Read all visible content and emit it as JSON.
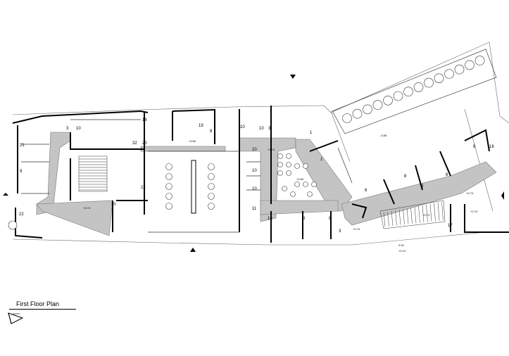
{
  "title": "First Floor Plan",
  "north_label": "NORTH",
  "rooms": [
    {
      "id": "r1",
      "label": "3"
    },
    {
      "id": "r2",
      "label": "10"
    },
    {
      "id": "r3",
      "label": "16"
    },
    {
      "id": "r4",
      "label": "19"
    },
    {
      "id": "r5",
      "label": "8"
    },
    {
      "id": "r6",
      "label": "10"
    },
    {
      "id": "r7",
      "label": "10"
    },
    {
      "id": "r8",
      "label": "3"
    },
    {
      "id": "r9",
      "label": "21"
    },
    {
      "id": "r10",
      "label": "32"
    },
    {
      "id": "r11",
      "label": "20"
    },
    {
      "id": "r12",
      "label": "9"
    },
    {
      "id": "r13",
      "label": "22"
    },
    {
      "id": "r14",
      "label": "22"
    },
    {
      "id": "r15",
      "label": "30"
    },
    {
      "id": "r16",
      "label": "10"
    },
    {
      "id": "r17",
      "label": "10"
    },
    {
      "id": "r18",
      "label": "10"
    },
    {
      "id": "r19",
      "label": "11"
    },
    {
      "id": "r20",
      "label": "1"
    },
    {
      "id": "r21",
      "label": "1"
    },
    {
      "id": "r22",
      "label": "16"
    },
    {
      "id": "r23",
      "label": "8"
    },
    {
      "id": "r24",
      "label": "8"
    },
    {
      "id": "r25",
      "label": "8"
    },
    {
      "id": "r26",
      "label": "8"
    },
    {
      "id": "r27",
      "label": "8"
    },
    {
      "id": "r28",
      "label": "17"
    },
    {
      "id": "r29",
      "label": "3"
    },
    {
      "id": "r30",
      "label": "18"
    },
    {
      "id": "r31",
      "label": "8"
    },
    {
      "id": "r32",
      "label": "8"
    }
  ],
  "levels": [
    {
      "id": "l1",
      "label": "-0.85"
    },
    {
      "id": "l2",
      "label": "+0.74"
    },
    {
      "id": "l3",
      "label": "+0.60"
    },
    {
      "id": "l4",
      "label": "+0.74"
    },
    {
      "id": "l5",
      "label": "+0.60"
    },
    {
      "id": "l6",
      "label": "+0.74"
    },
    {
      "id": "l7",
      "label": "+0.74"
    },
    {
      "id": "l8",
      "label": "+0.74"
    },
    {
      "id": "l9",
      "label": "+0.74"
    },
    {
      "id": "l10",
      "label": "0.00"
    },
    {
      "id": "l11",
      "label": "+0.10"
    }
  ],
  "colors": {
    "corridor": "#c4c4c4",
    "wall": "#000000",
    "line": "#555555"
  }
}
